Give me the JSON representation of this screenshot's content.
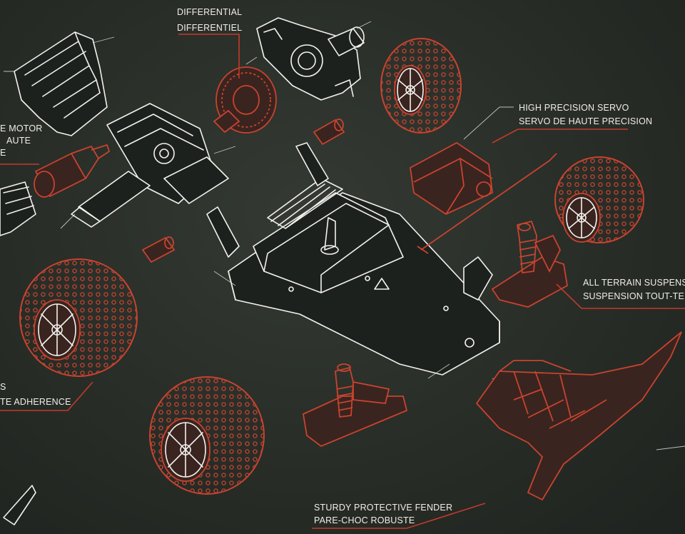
{
  "labels": {
    "differential": {
      "en": "DIFFERENTIAL",
      "fr": "DIFFERENTIEL"
    },
    "motor": {
      "en": "E MOTOR",
      "fr": "AUTE",
      "fr2": "E"
    },
    "servo": {
      "en": "HIGH PRECISION SERVO",
      "fr": "SERVO DE HAUTE PRECISION"
    },
    "suspension": {
      "en": "ALL TERRAIN SUSPENSION",
      "fr": "SUSPENSION TOUT-TERRAIN"
    },
    "tires": {
      "en": "S",
      "fr": "TE ADHERENCE"
    },
    "fender": {
      "en": "STURDY PROTECTIVE FENDER",
      "fr": "PARE-CHOC ROBUSTE"
    }
  },
  "colors": {
    "background": "#2a2f29",
    "line_white": "#f3f1ee",
    "line_red": "#c9432f",
    "underline": "#c23a2a"
  }
}
